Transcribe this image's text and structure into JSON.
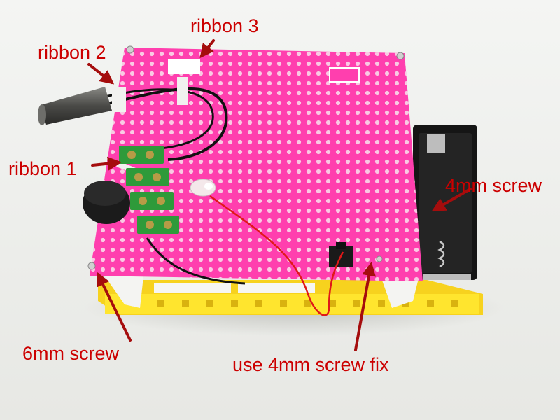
{
  "annotations": {
    "ribbon_1": "ribbon 1",
    "ribbon_2": "ribbon 2",
    "ribbon_3": "ribbon 3",
    "screw_4mm": "4mm screw",
    "screw_6mm": "6mm screw",
    "screw_fix": "use 4mm screw fix"
  },
  "colors": {
    "annotation_text": "#cc0000",
    "annotation_arrow": "#a50d0d",
    "board": "#ff3fae",
    "base": "#ffe52e",
    "terminal_blocks": "#2e9a3a",
    "battery_holder": "#151515"
  },
  "objects": [
    "pink-perforated-board",
    "yellow-base-frame",
    "battery-holder",
    "temperature-probe",
    "buzzer",
    "led",
    "terminal-blocks",
    "slide-switch",
    "cable-ties"
  ]
}
